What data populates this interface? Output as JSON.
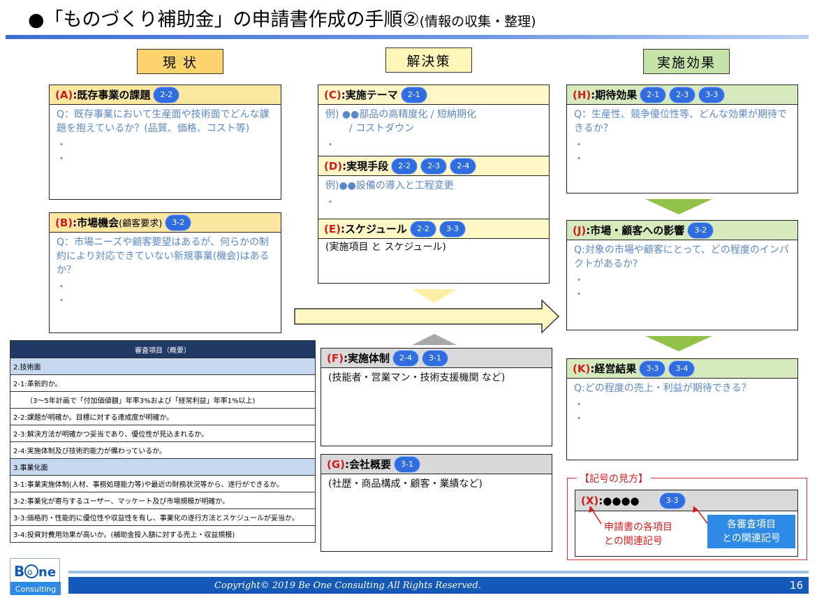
{
  "title": {
    "main": "●「ものづくり補助金」の申請書作成の手順②",
    "sub": "(情報の収集・整理)"
  },
  "columns": {
    "current": "現 状",
    "solution": "解決策",
    "effect": "実施効果"
  },
  "boxes": {
    "A": {
      "letter": "(A)",
      "label": ":既存事業の課題",
      "badges": [
        "2-2"
      ],
      "question": "Q：既存事業において生産面や技術面でどんな課題を抱えているか？(品質、価格、コスト等)",
      "bullets": [
        "・",
        "・"
      ]
    },
    "B": {
      "letter": "(B)",
      "label": ":市場機会",
      "sublabel": "(顧客要求)",
      "badges": [
        "3-2"
      ],
      "question": "Q：市場ニーズや顧客要望はあるが、何らかの制約により対応できていない新規事業(機会)はあるか？",
      "bullets": [
        "・",
        "・"
      ]
    },
    "C": {
      "letter": "(C)",
      "label": ":実施テーマ",
      "badges": [
        "2-1"
      ],
      "example1": "例) ●●部品の高精度化 / 短納期化",
      "example2": "/ コストダウン",
      "bullets": [
        "・"
      ]
    },
    "D": {
      "letter": "(D)",
      "label": ":実現手段",
      "badges": [
        "2-2",
        "2-3",
        "2-4"
      ],
      "example": "例)●●設備の導入と工程変更",
      "bullets": [
        "・"
      ]
    },
    "E": {
      "letter": "(E)",
      "label": ":スケジュール",
      "badges": [
        "2-2",
        "3-3"
      ],
      "note": "(実施項目 と スケジュール)"
    },
    "F": {
      "letter": "(F)",
      "label": ":実施体制",
      "badges": [
        "2-4",
        "3-1"
      ],
      "note": "(技能者・営業マン・技術支援機関 など)"
    },
    "G": {
      "letter": "(G)",
      "label": ":会社概要",
      "badges": [
        "3-1"
      ],
      "note": "(社歴・商品構成・顧客・業績など)"
    },
    "H": {
      "letter": "(H)",
      "label": ":期待効果",
      "badges": [
        "2-1",
        "2-3",
        "3-3"
      ],
      "question": "Q：生産性、競争優位性等、どんな効果が期待できるか？",
      "bullets": [
        "・",
        "・"
      ]
    },
    "J": {
      "letter": "(J)",
      "label": ":市場・顧客への影響",
      "badges": [
        "3-2"
      ],
      "question": "Q:対象の市場や顧客にとって、どの程度のインパクトがあるか?",
      "bullets": [
        "・",
        "・"
      ]
    },
    "K": {
      "letter": "(K)",
      "label": ":経営結果",
      "badges": [
        "3-3",
        "3-4"
      ],
      "question": "Q:どの程度の売上・利益が期待できる？",
      "bullets": [
        "・",
        "・"
      ]
    }
  },
  "criteria": {
    "header": "審査項目（概要）",
    "rows": [
      {
        "type": "section",
        "text": "2.技術面"
      },
      {
        "type": "item",
        "text": "2-1:革新的か。"
      },
      {
        "type": "item",
        "text": "（3～5年計画で「付加価値額」年率3%および「経常利益」年率1%以上)"
      },
      {
        "type": "item",
        "text": "2-2:課題が明確か。目標に対する達成度が明確か。"
      },
      {
        "type": "item",
        "text": "2-3:解決方法が明確かつ妥当であり、優位性が見込まれるか。"
      },
      {
        "type": "item",
        "text": "2-4:実施体制及び技術的能力が備わっているか。"
      },
      {
        "type": "section",
        "text": "3.事業化面"
      },
      {
        "type": "item",
        "text": "3-1:事業実施体制(人材、事務処理能力等)や最近の財務状況等から、遂行ができるか。"
      },
      {
        "type": "item",
        "text": "3-2:事業化が寄与するユーザー、マッケート及び市場規模が明確か。"
      },
      {
        "type": "item",
        "text": "3-3:価格的・性能的に優位性や収益性を有し、事業化の遂行方法とスケジュールが妥当か。"
      },
      {
        "type": "item",
        "text": "3-4:投資対費用効果が高いか。(補助金投入額に対する売上・収益規模)"
      }
    ]
  },
  "legend": {
    "title": "【記号の見方】",
    "sample_letter": "(X)",
    "sample_label": ":●●●●",
    "sample_badge": "3-3",
    "note_left_1": "申請書の各項目",
    "note_left_2": "との関連記号",
    "note_right_1": "各審査項目",
    "note_right_2": "との関連記号"
  },
  "footer": {
    "copyright": "Copyright© 2019 Be One Consulting  All Rights Reserved.",
    "page_number": "16",
    "logo_text_1": "B",
    "logo_text_2": "ne",
    "logo_text_3": "Consulting"
  },
  "colors": {
    "badge": "#2f6de0",
    "letter": "#d11c1c",
    "question": "#5b88c8",
    "green_arrow": "#93c24a",
    "footer": "#1458b8"
  }
}
